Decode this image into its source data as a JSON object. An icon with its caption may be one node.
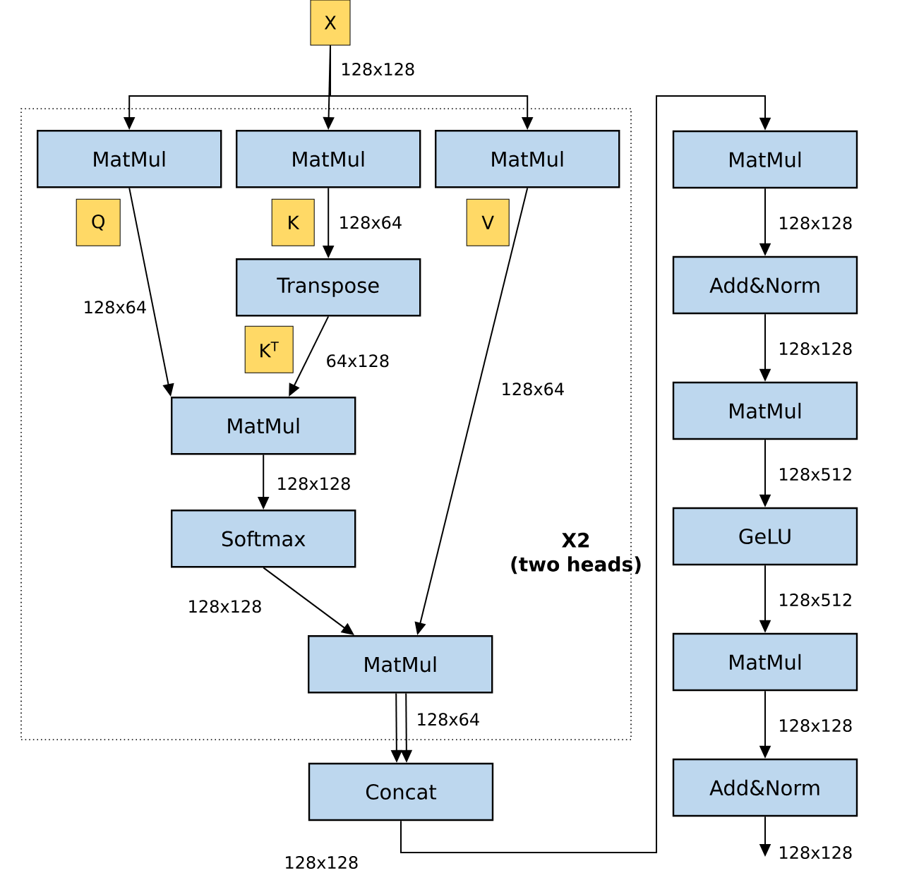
{
  "diagram": {
    "nodes": [
      {
        "text": [
          "X2 (two heads)"
        ]
      },
      {
        "text": [
          "X"
        ]
      },
      {
        "text": [
          "MatMul"
        ],
        "in": 0
      },
      {
        "text": [
          "MatMul"
        ],
        "in": 0
      },
      {
        "text": [
          "MatMul"
        ],
        "in": 0
      },
      {
        "text": [
          "Q"
        ],
        "in": 0
      },
      {
        "text": [
          "K"
        ],
        "in": 0
      },
      {
        "text": [
          "V"
        ],
        "in": 0
      },
      {
        "text": [
          "Transpose"
        ],
        "in": 0
      },
      {
        "text": [
          "K$^{T}$"
        ],
        "in": 0
      },
      {
        "text": [
          "MatMul"
        ],
        "in": 0
      },
      {
        "text": [
          "Softmax"
        ],
        "in": 0
      },
      {
        "text": [
          "MatMul"
        ],
        "in": 0
      },
      {
        "text": [
          "Concat"
        ]
      },
      {
        "text": [
          "MatMul"
        ]
      },
      {
        "text": [
          "Add&Norm"
        ]
      },
      {
        "text": [
          "MatMul"
        ]
      },
      {
        "text": [
          "GeLU"
        ]
      },
      {
        "text": [
          "MatMul"
        ]
      },
      {
        "text": [
          "Add&Norm"
        ]
      }
    ],
    "edges": [
      {
        "from": 1,
        "to": 2,
        "arrow": "to"
      },
      {
        "from": 1,
        "to": 3,
        "arrow": "to",
        "label": "128x128"
      },
      {
        "from": 1,
        "to": 4,
        "arrow": "to"
      },
      {
        "from": 2,
        "to": 10,
        "arrow": "to",
        "label": "128x64"
      },
      {
        "from": 3,
        "to": 8,
        "arrow": "to",
        "label": "128x64"
      },
      {
        "from": 8,
        "to": 10,
        "arrow": "to",
        "label": "64x128"
      },
      {
        "from": 4,
        "to": 12,
        "arrow": "to",
        "label": "128x64"
      },
      {
        "from": 10,
        "to": 11,
        "arrow": "to",
        "label": "128x128"
      },
      {
        "from": 11,
        "to": 12,
        "arrow": "to",
        "label": "128x128"
      },
      {
        "from": 12,
        "to": 13,
        "arrow": "to",
        "label": "128x64"
      },
      {
        "from": 12,
        "to": 13,
        "arrow": "to"
      },
      {
        "from": 13,
        "to": 14,
        "arrow": "to",
        "label": "128x128"
      },
      {
        "from": 14,
        "to": 15,
        "arrow": "to",
        "label": "128x128"
      },
      {
        "from": 15,
        "to": 16,
        "arrow": "to",
        "label": "128x128"
      },
      {
        "from": 16,
        "to": 17,
        "arrow": "to",
        "label": "128x512"
      },
      {
        "from": 17,
        "to": 18,
        "arrow": "to",
        "label": "128x512"
      },
      {
        "from": 18,
        "to": 19,
        "arrow": "to",
        "label": "128x128"
      },
      {
        "from": 19,
        "to": null,
        "arrow": "to",
        "label": "128x128"
      }
    ]
  }
}
